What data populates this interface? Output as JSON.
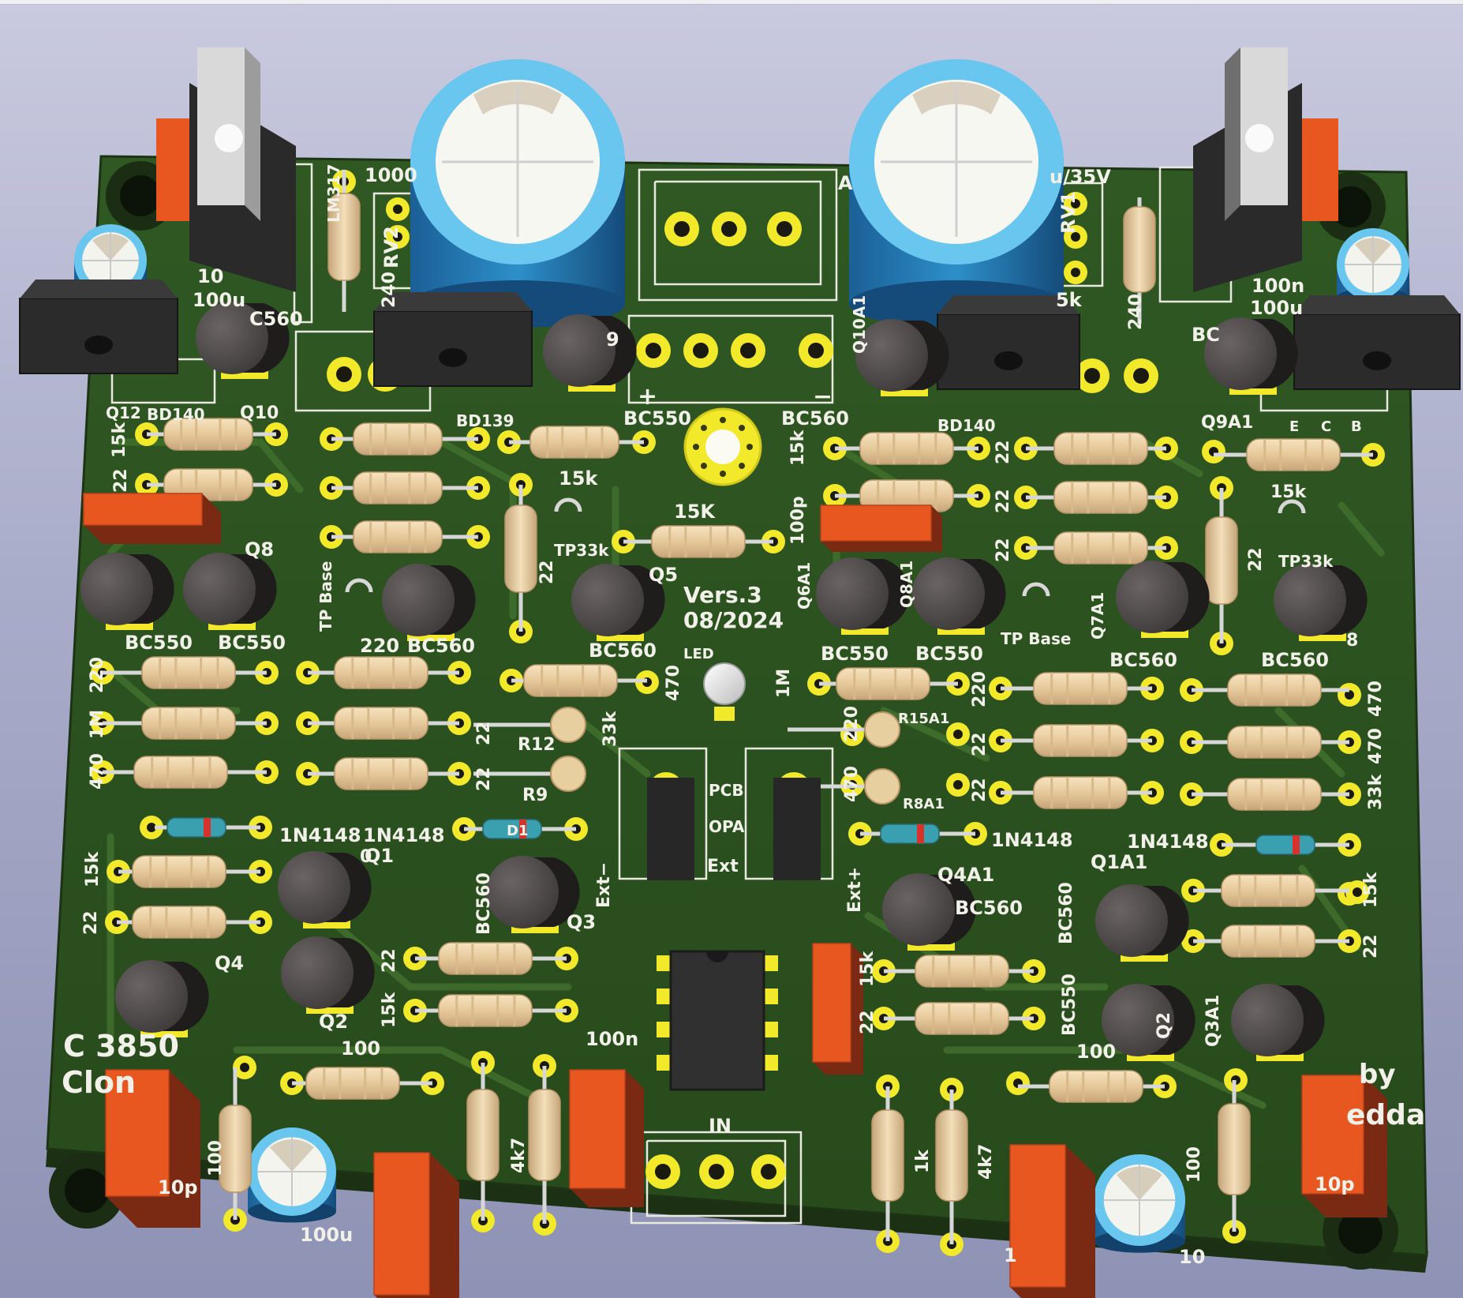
{
  "board": {
    "colors": {
      "pcb": "#2c5220",
      "pcb_light": "#3a6a2a",
      "trace": "#3d6b2b",
      "pad": "#f1e92a",
      "silkscreen": "#f1f1ea",
      "resistor_body": "#e9cfa4",
      "cap_film": "#e8571f",
      "cap_elec": "#2d8fc9",
      "transistor": "#4a4545",
      "heatsink": "#2a2a2a"
    },
    "version": "Vers.3",
    "date": "08/2024",
    "title_partial": "C 3850",
    "subtitle_partial": "Clon",
    "author_partial_by": "by",
    "author_partial_name": "edda",
    "labels": {
      "lm317": "LM317",
      "rv2": "RV2",
      "rv1": "RV1",
      "cap_1000_partial": "1000",
      "cap_35v_partial": "u/35V",
      "left_100u_a": "10",
      "left_100u_b": "100u",
      "right_100n": "100n",
      "right_100u": "100u",
      "pot_5k": "5k",
      "r_240_left": "240",
      "r_240_right": "240",
      "a_partial": "A",
      "q12": "Q12",
      "bd140_left": "BD140",
      "q10": "Q10",
      "bd139": "BD139",
      "bc550_top": "BC550",
      "bc560_top": "BC560",
      "bd140_right": "BD140",
      "q9a1": "Q9A1",
      "q10a1": "Q10A1",
      "pin9": "9",
      "bc560_q10": "C560",
      "bc_partial": "BC",
      "ecb_e": "E",
      "ecb_c": "C",
      "ecb_b": "B",
      "plus": "+",
      "minus": "−",
      "r15k_a": "15k",
      "r22_a": "22",
      "r15k_b": "15k",
      "r15K_c": "15K",
      "r15k_right": "15k",
      "r15_right2": "15k",
      "r22_mid": "22",
      "r22_right_a": "22",
      "r22_right_b": "22",
      "r22_right_c": "22",
      "r22_right_vert": "22",
      "c100p": "100p",
      "tp33k_left": "TP33k",
      "tp33k_right": "TP33k",
      "q5": "Q5",
      "q8": "Q8",
      "tp_base_left": "TP Base",
      "tp_base_right": "TP Base",
      "q6a1": "Q6A1",
      "q8a1": "Q8A1",
      "q7a1": "Q7A1",
      "bc550_a": "BC550",
      "bc550_b": "BC550",
      "r220_a": "220",
      "bc560_a": "BC560",
      "bc560_b": "BC560",
      "bc550_c": "BC550",
      "bc550_d": "BC550",
      "bc560_c": "BC560",
      "bc560_d": "BC560",
      "led": "LED",
      "r220_left": "220",
      "r1m_left": "1M",
      "r470_left": "470",
      "r470_mid": "470",
      "r1m_mid": "1M",
      "r220_right": "220",
      "r470_right": "470",
      "r470_right2": "470",
      "r33k_right": "33k",
      "r33k_left": "33k",
      "r22_l1": "22",
      "r22_l2": "22",
      "r22_r1": "22",
      "r22_r2": "22",
      "r12": "R12",
      "r9": "R9",
      "r15a1": "R15A1",
      "r8a1": "R8A1",
      "r220_m": "220",
      "r470_m": "470",
      "pcb": "PCB",
      "opa": "OPA",
      "ext": "Ext",
      "ext_minus": "Ext−",
      "ext_plus": "Ext+",
      "d_1n4148_a": "1N4148",
      "d_1n4148_b": "1N4148",
      "d_1n4148_c": "1N4148",
      "d_1n4148_d": "1N4148",
      "d1": "D1",
      "q1": "Q1",
      "q1a1": "Q1A1",
      "q4a1": "Q4A1",
      "bc560_q4a1": "BC560",
      "bc560_q1a1": "BC560",
      "bc550_q2a1": "BC550",
      "q3": "Q3",
      "q4": "Q4",
      "q2": "Q2",
      "q2a1": "Q2",
      "q3a1": "Q3A1",
      "bc560_q3": "BC560",
      "r15k_l": "15k",
      "r22_l": "22",
      "r22_c": "22",
      "r15k_c": "15k",
      "r15k_r": "15k",
      "r22_r": "22",
      "r15k_r2": "15k",
      "r22_r3": "22",
      "r100_l": "100",
      "r100_r": "100",
      "r100_vl": "100",
      "r100_vr": "100",
      "c100n": "100n",
      "c10p_l": "10p",
      "c10p_r": "10p",
      "c100u_l": "100u",
      "c100u_r": "10",
      "r4k7_l": "4k7",
      "r4k7_r": "4k7",
      "r1k": "1k",
      "r1_partial": "1",
      "in": "IN",
      "misc_0": "0",
      "misc_8": "8"
    }
  }
}
